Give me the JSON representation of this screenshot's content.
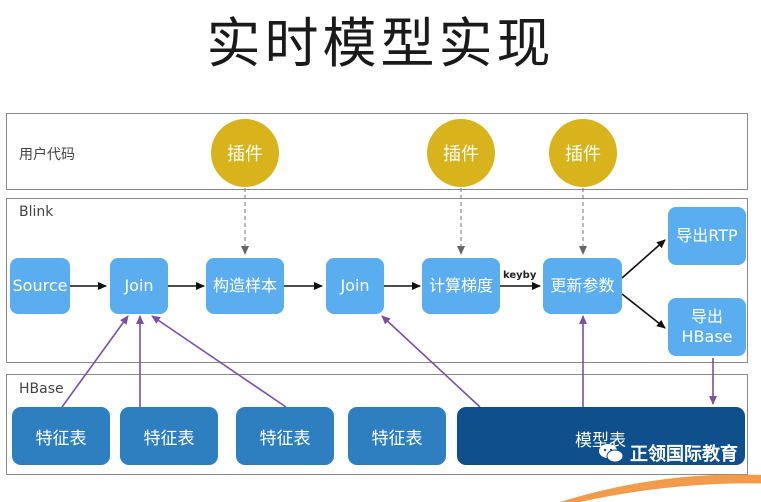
{
  "title": "实时模型实现",
  "bands": {
    "user_code": "用户代码",
    "blink": "Blink",
    "hbase": "HBase"
  },
  "plugins": [
    "插件",
    "插件",
    "插件"
  ],
  "nodes": {
    "source": "Source",
    "join1": "Join",
    "build_sample": "构造样本",
    "join2": "Join",
    "compute_gradient": "计算梯度",
    "keyby": "keyby",
    "update_params": "更新参数",
    "export_rtp": "导出RTP",
    "export_hbase_line1": "导出",
    "export_hbase_line2": "HBase"
  },
  "tables": {
    "feature_1": "特征表",
    "feature_2": "特征表",
    "feature_3": "特征表",
    "feature_4": "特征表",
    "model": "模型表"
  },
  "watermark": "正领国际教育",
  "colors": {
    "node": "#5aaef0",
    "feature_table": "#2e7fc0",
    "model_table": "#0f4f8c",
    "plugin": "#d9b31c",
    "purple_arrow": "#7b4fa6"
  }
}
